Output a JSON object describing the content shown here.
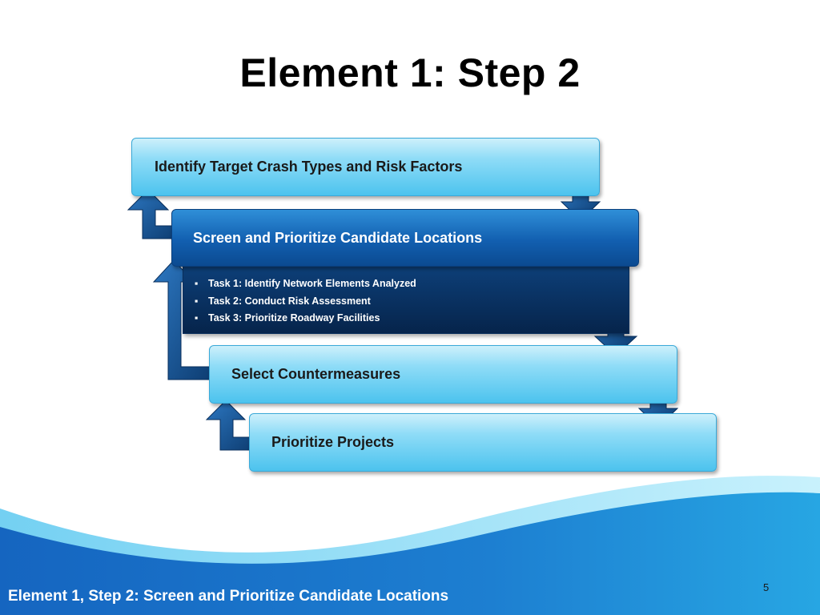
{
  "slide": {
    "title": "Element 1: Step 2",
    "footer": "Element 1, Step 2: Screen and Prioritize Candidate Locations",
    "page_number": "5"
  },
  "process": {
    "steps": [
      {
        "label": "Identify Target Crash Types and Risk Factors"
      },
      {
        "label": "Screen and Prioritize Candidate Locations"
      },
      {
        "label": "Select Countermeasures"
      },
      {
        "label": "Prioritize Projects"
      }
    ],
    "current_step": 2,
    "tasks": [
      "Task 1: Identify Network Elements Analyzed",
      "Task 2: Conduct Risk Assessment",
      "Task 3: Prioritize Roadway Facilities"
    ],
    "bullet": "▪"
  },
  "colors": {
    "light_step": "#8fdcf7",
    "current_step": "#125fb0",
    "detail_panel": "#0d3f78",
    "arrow": "#134f8a",
    "footer_band": "#1565c0"
  }
}
